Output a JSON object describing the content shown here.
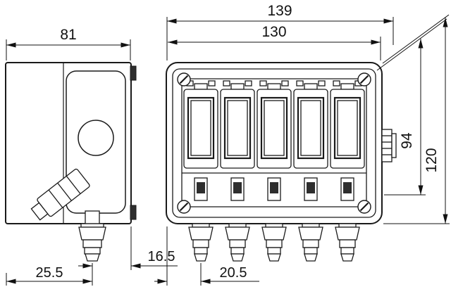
{
  "drawing": {
    "dimensions": {
      "total_width_mm": "139",
      "housing_width_mm": "130",
      "depth_mm": "81",
      "inner_height_mm": "94",
      "total_height_mm": "120",
      "side_offset_mm": "16.5",
      "side_gland_offset_mm": "25.5",
      "front_gland_offset_mm": "20.5"
    },
    "colors": {
      "line": "#1a1a1a",
      "background": "#ffffff",
      "dark_fill": "#2e2e2e"
    }
  }
}
